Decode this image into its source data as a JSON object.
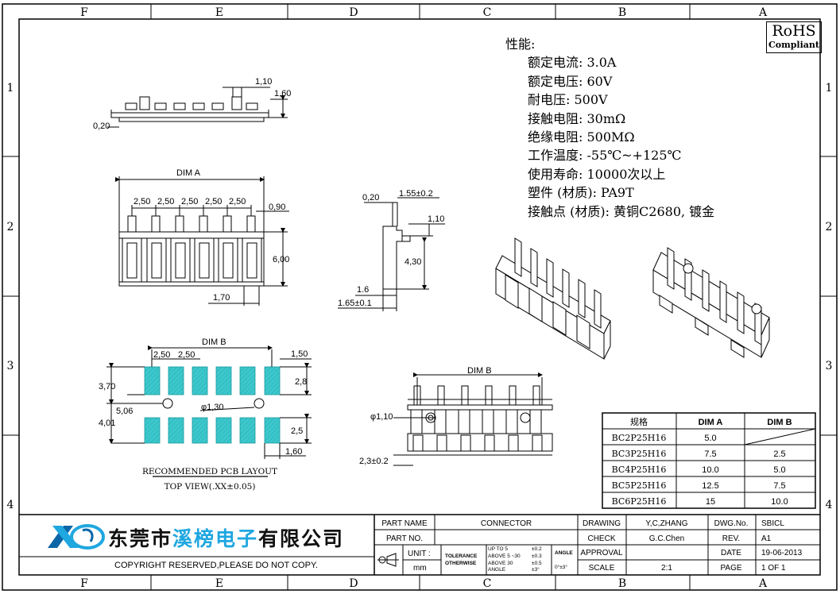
{
  "frame": {
    "columns": [
      "F",
      "E",
      "D",
      "C",
      "B",
      "A"
    ],
    "rows": [
      "1",
      "2",
      "3",
      "4"
    ]
  },
  "rohs": {
    "main": "RoHS",
    "sub": "Compliant"
  },
  "specs": {
    "title": "性能:",
    "lines": [
      "额定电流: 3.0A",
      "额定电压: 60V",
      "耐电压: 500V",
      "接触电阻: 30mΩ",
      "绝缘电阻: 500MΩ",
      "工作温度: -55℃~+125℃",
      "使用寿命: 10000次以上",
      "塑件 (材质): PA9T",
      "接触点 (材质): 黄铜C2680, 镀金"
    ]
  },
  "side_view": {
    "dim_pitch": "1,10",
    "dim_height": "1,60",
    "dim_thick": "0,20"
  },
  "top_view": {
    "dim_a": "DIM A",
    "pitches": [
      "2,50",
      "2,50",
      "2,50",
      "2,50",
      "2,50"
    ],
    "dim_090": "0,90",
    "dim_600": "6,00",
    "dim_170": "1,70"
  },
  "profile_view": {
    "d020": "0,20",
    "d155": "1.55±0.2",
    "d110": "1,10",
    "d430": "4,30",
    "d16": "1.6",
    "d165": "1.65±0.1"
  },
  "pcb_layout": {
    "dim_b": "DIM B",
    "pitches": [
      "2,50",
      "2,50"
    ],
    "d150": "1,50",
    "d370": "3,70",
    "d28": "2,8",
    "d506": "5,06",
    "d401": "4,01",
    "hole": "φ1,30",
    "d25": "2,5",
    "d160": "1,60",
    "label": "RECOMMENDED PCB LAYOUT",
    "sublabel": "TOP VIEW(.XX±0.05)"
  },
  "front_view": {
    "dim_b": "DIM B",
    "hole": "φ1,10",
    "d23": "2,3±0.2"
  },
  "dim_table": {
    "headers": [
      "规格",
      "DIM A",
      "DIM B"
    ],
    "rows": [
      [
        "BC2P25H16",
        "5.0",
        ""
      ],
      [
        "BC3P25H16",
        "7.5",
        "2.5"
      ],
      [
        "BC4P25H16",
        "10.0",
        "5.0"
      ],
      [
        "BC5P25H16",
        "12.5",
        "7.5"
      ],
      [
        "BC6P25H16",
        "15",
        "10.0"
      ]
    ]
  },
  "company": {
    "name_part1": "东莞市",
    "name_part2": "溪榜电子",
    "name_part3": "有限公司"
  },
  "copyright": "COPYRIGHT RESERVED,PLEASE DO NOT COPY.",
  "title_block": {
    "part_name_label": "PART NAME",
    "part_name": "CONNECTOR",
    "part_no_label": "PART NO.",
    "unit_label": "UNIT :",
    "unit": "mm",
    "tolerance_label": "TOLERANCE",
    "otherwise_label": "OTHERWISE",
    "tol_rows": [
      [
        "UP TO 5",
        "±0.2"
      ],
      [
        "ABOVE 5 ~30",
        "±0.3"
      ],
      [
        "ABOVE 30",
        "±0.5"
      ]
    ],
    "angle_label": "ANGLE",
    "angle_tol": "±3°",
    "angle_head": "ANGLE",
    "angle_val": "0°±3°",
    "drawing_label": "DRAWING",
    "drawing": "Y,C,ZHANG",
    "check_label": "CHECK",
    "check": "G.C.Chen",
    "approval_label": "APPROVAL",
    "scale_label": "SCALE",
    "scale": "2:1",
    "dwg_label": "DWG.No.",
    "dwg": "SBICL",
    "rev_label": "REV.",
    "rev": "A1",
    "date_label": "DATE",
    "date": "19-06-2013",
    "page_label": "PAGE",
    "page": "1 OF 1"
  }
}
